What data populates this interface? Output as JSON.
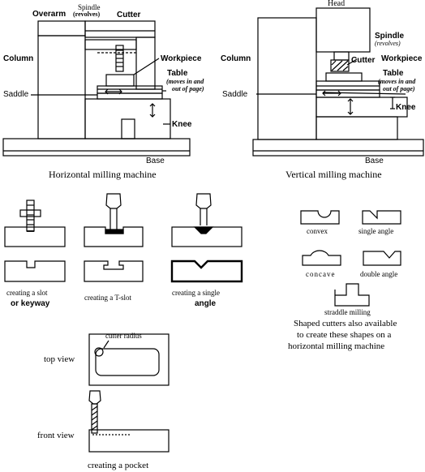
{
  "horizontal": {
    "caption": "Horizontal milling machine",
    "overarm": "Overarm",
    "spindle_line1": "Spindle",
    "spindle_line2": "(revolves)",
    "cutter": "Cutter",
    "column": "Column",
    "workpiece": "Workpiece",
    "table": "Table",
    "table_note1": "(moves in and",
    "table_note2": "out of page)",
    "saddle": "Saddle",
    "knee": "Knee",
    "base": "Base"
  },
  "vertical": {
    "caption": "Vertical milling machine",
    "head": "Head",
    "column": "Column",
    "spindle_line1": "Spindle",
    "spindle_line2": "(revolves)",
    "cutter": "Cutter",
    "workpiece": "Workpiece",
    "table": "Table",
    "table_note1": "(moves in and",
    "table_note2": "out of page)",
    "saddle": "Saddle",
    "knee": "Knee",
    "base": "Base"
  },
  "operations": {
    "slot_line1": "creating a slot",
    "slot_line2": "or keyway",
    "tslot": "creating a T-slot",
    "angle_line1": "creating a single",
    "angle_line2": "angle"
  },
  "shapes": {
    "convex": "convex",
    "single_angle": "single angle",
    "concave": "concave",
    "double_angle": "double angle",
    "straddle": "straddle milling",
    "note_line1": "Shaped cutters also available",
    "note_line2": "to create these shapes on a",
    "note_line3": "horizontal milling machine"
  },
  "pocket": {
    "cutter_radius": "cutter radius",
    "top_view": "top view",
    "front_view": "front view",
    "caption": "creating a pocket"
  }
}
